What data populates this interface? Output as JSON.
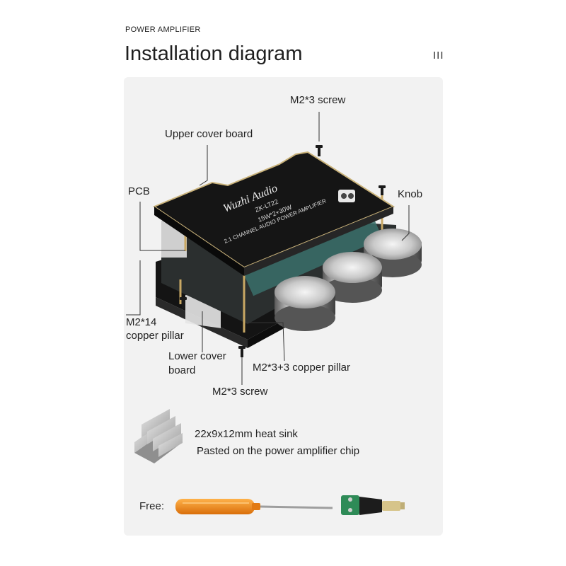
{
  "header": {
    "eyebrow": "POWER AMPLIFIER",
    "title": "Installation diagram",
    "menu_mark": "III"
  },
  "board": {
    "brand": "Wuzhi Audio",
    "model": "ZK-LT22",
    "power": "15W*2+30W",
    "description": "2.1 CHANNEL AUDIO POWER AMPLIFIER"
  },
  "labels": {
    "screw_top": "M2*3 screw",
    "upper_cover": "Upper cover board",
    "pcb": "PCB",
    "knob": "Knob",
    "pillar_14_line1": "M2*14",
    "pillar_14_line2": "copper pillar",
    "lower_cover_line1": "Lower cover",
    "lower_cover_line2": "board",
    "pillar_33": "M2*3+3 copper pillar",
    "screw_bottom": "M2*3 screw"
  },
  "heatsink": {
    "line1": "22x9x12mm heat sink",
    "line2": "Pasted on the power amplifier chip"
  },
  "free": {
    "label": "Free:"
  },
  "colors": {
    "panel": "#f2f2f2",
    "board": "#1a1a1a",
    "orange": "#f08a1a",
    "green": "#2e8b57"
  }
}
